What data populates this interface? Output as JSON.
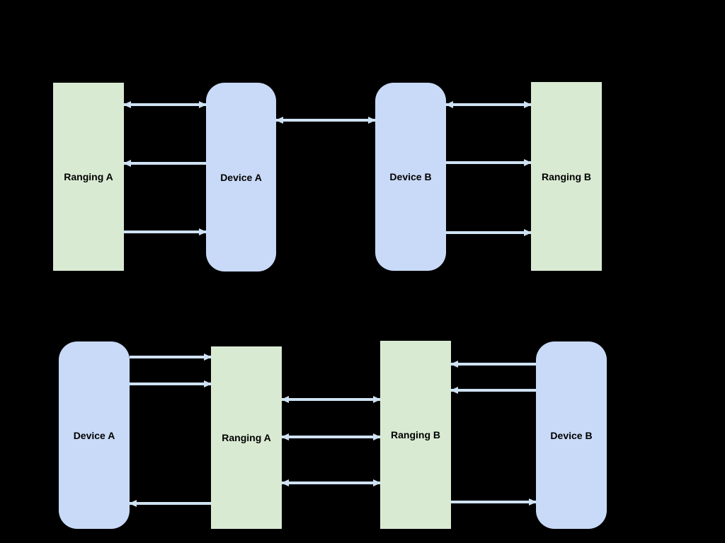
{
  "colors": {
    "background": "#000000",
    "ranging_box_fill": "#d9ead3",
    "device_box_fill": "#c9daf8",
    "arrow_fill": "#cfe2f3",
    "label_text": "#000000"
  },
  "diagram_top": {
    "boxes": [
      {
        "label": "Ranging A",
        "kind": "ranging"
      },
      {
        "label": "Device A",
        "kind": "device"
      },
      {
        "label": "Device B",
        "kind": "device"
      },
      {
        "label": "Ranging B",
        "kind": "ranging"
      }
    ],
    "arrows": [
      {
        "from": "Ranging A",
        "to": "Device A",
        "heads": "both"
      },
      {
        "from": "Device A",
        "to": "Ranging A",
        "heads": "left"
      },
      {
        "from": "Ranging A",
        "to": "Device A",
        "heads": "right"
      },
      {
        "from": "Device A",
        "to": "Device B",
        "heads": "both"
      },
      {
        "from": "Device B",
        "to": "Ranging B",
        "heads": "both"
      },
      {
        "from": "Device B",
        "to": "Ranging B",
        "heads": "right"
      },
      {
        "from": "Device B",
        "to": "Ranging B",
        "heads": "right"
      }
    ]
  },
  "diagram_bottom": {
    "boxes": [
      {
        "label": "Device A",
        "kind": "device"
      },
      {
        "label": "Ranging A",
        "kind": "ranging"
      },
      {
        "label": "Ranging B",
        "kind": "ranging"
      },
      {
        "label": "Device B",
        "kind": "device"
      }
    ],
    "arrows": [
      {
        "from": "Device A",
        "to": "Ranging A",
        "heads": "right"
      },
      {
        "from": "Device A",
        "to": "Ranging A",
        "heads": "right"
      },
      {
        "from": "Ranging A",
        "to": "Device A",
        "heads": "left"
      },
      {
        "from": "Ranging A",
        "to": "Ranging B",
        "heads": "both"
      },
      {
        "from": "Ranging A",
        "to": "Ranging B",
        "heads": "both"
      },
      {
        "from": "Ranging A",
        "to": "Ranging B",
        "heads": "both"
      },
      {
        "from": "Device B",
        "to": "Ranging B",
        "heads": "left"
      },
      {
        "from": "Device B",
        "to": "Ranging B",
        "heads": "left"
      },
      {
        "from": "Ranging B",
        "to": "Device B",
        "heads": "right"
      }
    ]
  }
}
